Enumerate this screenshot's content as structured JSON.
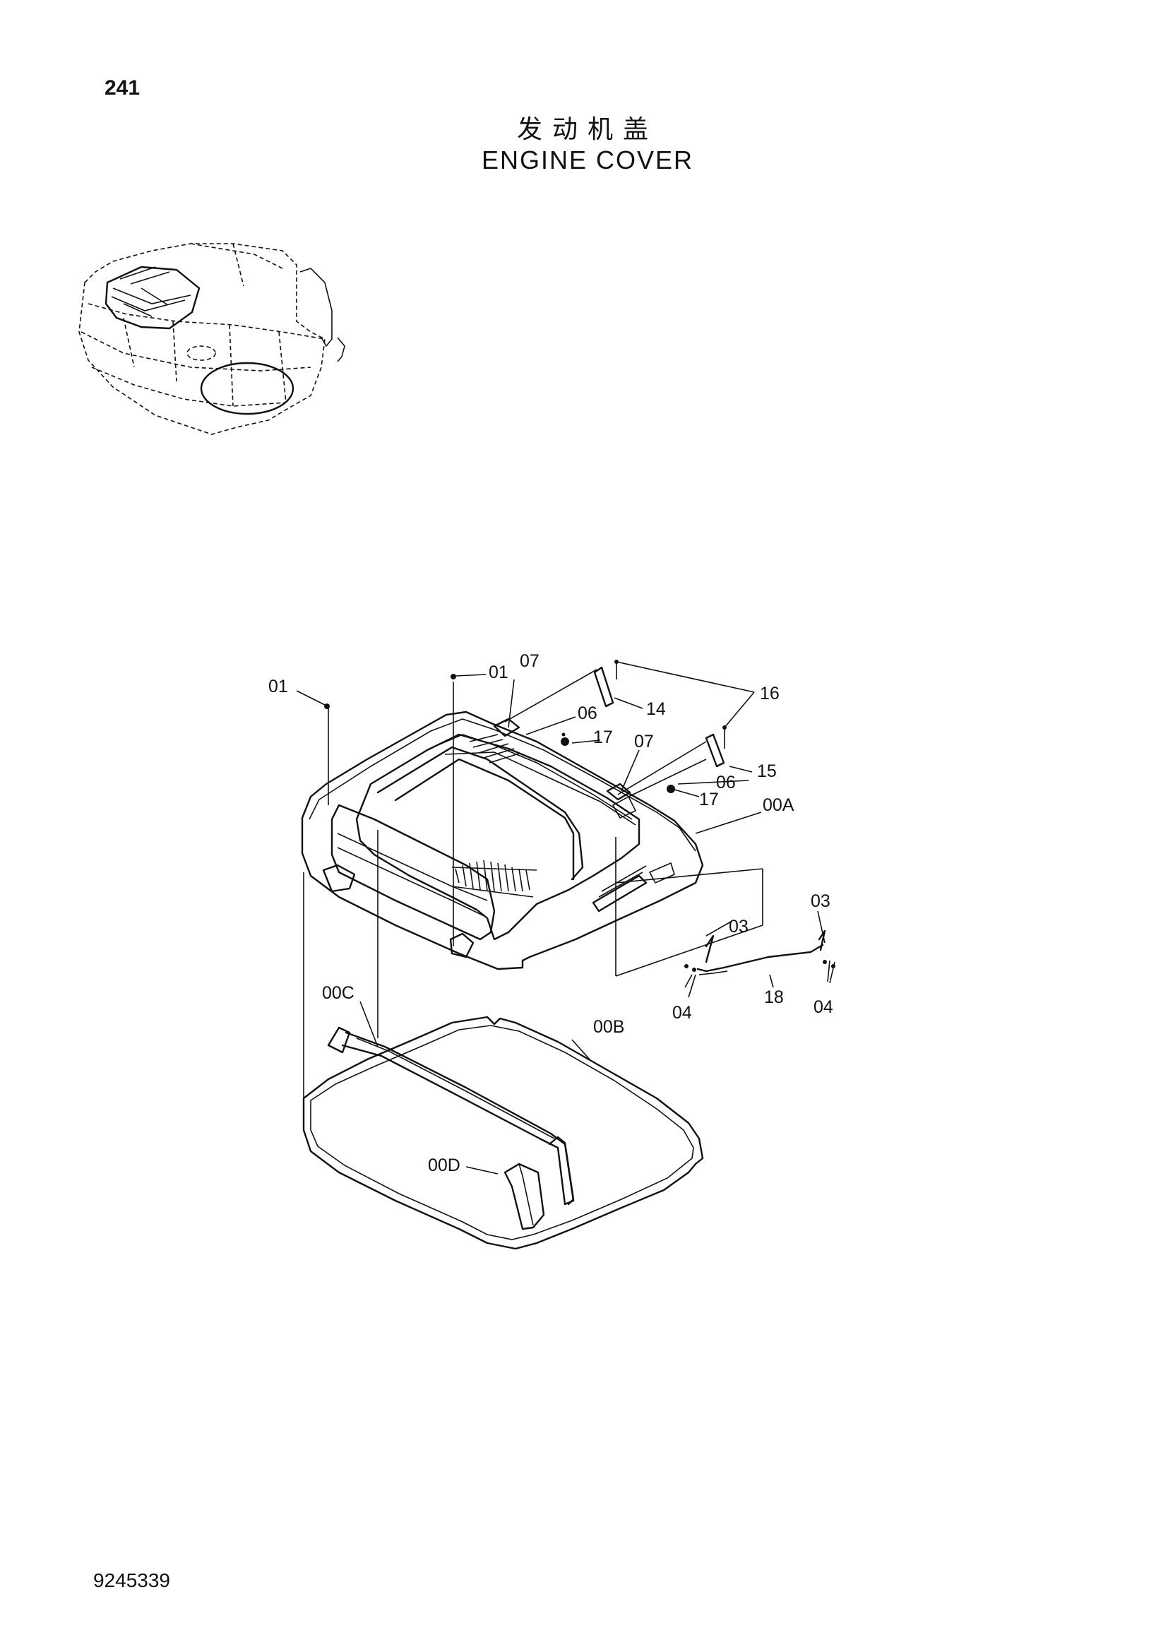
{
  "page": {
    "number": "241",
    "title_cn": "发动机盖",
    "title_en": "ENGINE COVER",
    "doc_number": "9245339"
  },
  "callouts": {
    "c01_left": "01",
    "c01_top": "01",
    "c07_a": "07",
    "c06_a": "06",
    "c14": "14",
    "c16": "16",
    "c17_a": "17",
    "c07_b": "07",
    "c15": "15",
    "c06_b": "06",
    "c17_b": "17",
    "c00A": "00A",
    "c03_a": "03",
    "c03_b": "03",
    "c18": "18",
    "c04_a": "04",
    "c04_b": "04",
    "c00C": "00C",
    "c00B": "00B",
    "c00D": "00D"
  }
}
